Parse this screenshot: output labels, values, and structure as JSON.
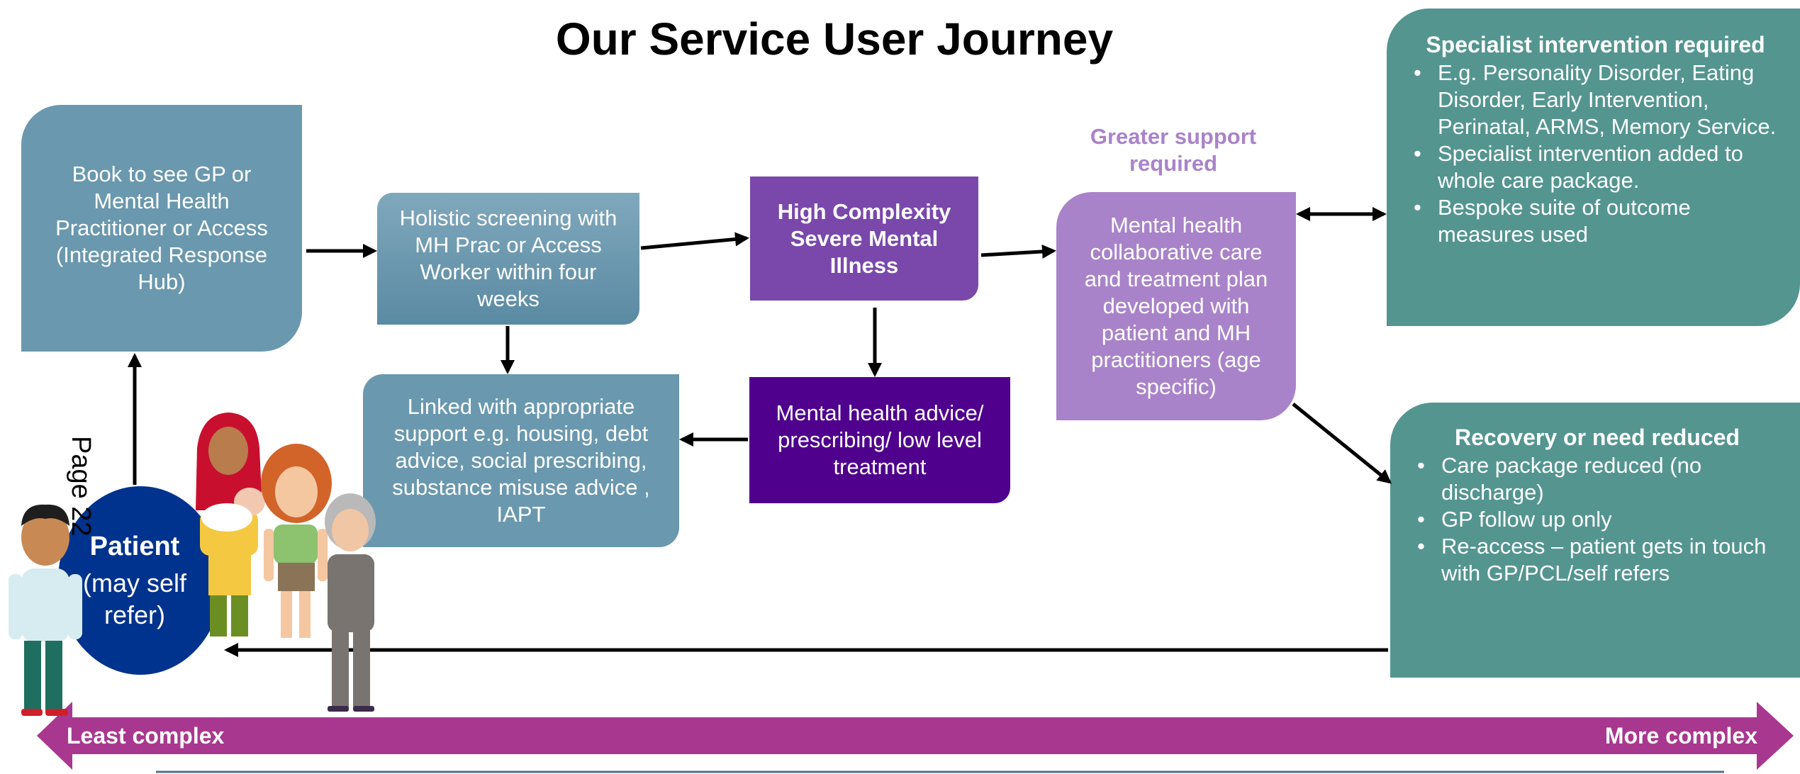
{
  "title": "Our Service User Journey",
  "boxes": {
    "book_gp": "Book to see GP or Mental Health Practitioner or Access (Integrated Response Hub)",
    "holistic": "Holistic screening with MH Prac or Access Worker within four weeks",
    "high_complexity": "High Complexity Severe Mental Illness",
    "mh_collab": "Mental health collaborative care and treatment plan developed with patient and MH practitioners (age specific)",
    "linked": "Linked with appropriate support e.g. housing, debt advice, social prescribing, substance misuse advice , IAPT",
    "mh_advice": "Mental health advice/ prescribing/ low level treatment"
  },
  "greater_support": "Greater support required",
  "specialist": {
    "heading": "Specialist intervention required",
    "bullets": [
      "E.g. Personality Disorder, Eating Disorder, Early Intervention, Perinatal, ARMS, Memory Service.",
      "Specialist intervention added to whole care package.",
      "Bespoke suite of outcome measures used"
    ]
  },
  "recovery": {
    "heading": "Recovery or need reduced",
    "bullets": [
      "Care package reduced (no discharge)",
      "GP follow up only",
      "Re-access – patient gets in touch with GP/PCL/self refers"
    ]
  },
  "patient": {
    "label": "Patient",
    "sub": "(may self refer)"
  },
  "page_mark": "Page 22",
  "complexity": {
    "left": "Least complex",
    "right": "More complex"
  },
  "colors": {
    "steel": "#6a98ae",
    "purple_dark": "#4f008c",
    "purple_mid": "#7a48ab",
    "lilac": "#a983c9",
    "lilac_text": "#a983c9",
    "teal": "#549590",
    "navy": "#00338d",
    "magenta": "#a8388f"
  }
}
